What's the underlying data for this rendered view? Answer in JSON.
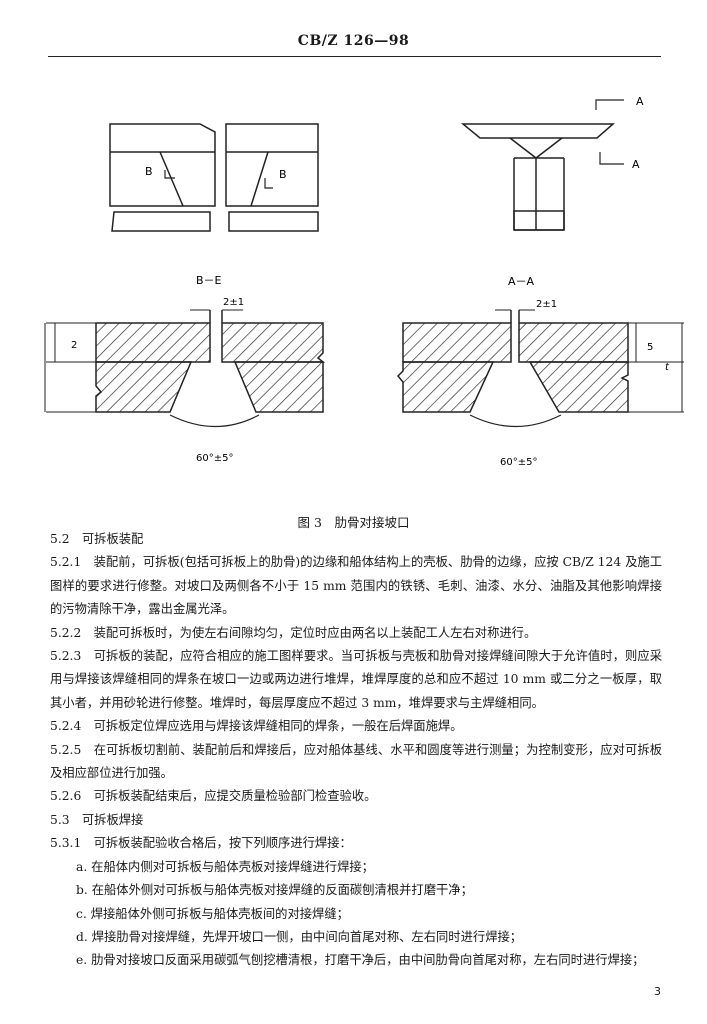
{
  "header": {
    "code": "CB/Z 126—98"
  },
  "figure": {
    "top_section_b": "B",
    "top_section_a": "A",
    "left_title": "B－E",
    "right_title": "A－A",
    "gap_label": "2±1",
    "left_thickness_label": "2",
    "right_thickness_label": "5",
    "right_total_label": "t",
    "left_angle_label": "60°±5°",
    "right_angle_label": "60°±5°",
    "caption": "图 3　肋骨对接坡口"
  },
  "content": {
    "s5_2_title": "5.2　可拆板装配",
    "p5_2_1": "5.2.1　装配前，可拆板(包括可拆板上的肋骨)的边缘和船体结构上的壳板、肋骨的边缘，应按 CB/Z 124 及施工图样的要求进行修整。对坡口及两侧各不小于 15 mm 范围内的铁锈、毛刺、油漆、水分、油脂及其他影响焊接的污物清除干净，露出金属光泽。",
    "p5_2_2": "5.2.2　装配可拆板时，为使左右间隙均匀，定位时应由两名以上装配工人左右对称进行。",
    "p5_2_3": "5.2.3　可拆板的装配，应符合相应的施工图样要求。当可拆板与壳板和肋骨对接焊缝间隙大于允许值时，则应采用与焊接该焊缝相同的焊条在坡口一边或两边进行堆焊，堆焊厚度的总和应不超过 10 mm 或二分之一板厚，取其小者，并用砂轮进行修整。堆焊时，每层厚度应不超过 3 mm，堆焊要求与主焊缝相同。",
    "p5_2_4": "5.2.4　可拆板定位焊应选用与焊接该焊缝相同的焊条，一般在后焊面施焊。",
    "p5_2_5": "5.2.5　在可拆板切割前、装配前后和焊接后，应对船体基线、水平和圆度等进行测量；为控制变形，应对可拆板及相应部位进行加强。",
    "p5_2_6": "5.2.6　可拆板装配结束后，应提交质量检验部门检查验收。",
    "s5_3_title": "5.3　可拆板焊接",
    "p5_3_1": "5.3.1　可拆板装配验收合格后，按下列顺序进行焊接：",
    "item_a": "a. 在船体内侧对可拆板与船体壳板对接焊缝进行焊接；",
    "item_b": "b. 在船体外侧对可拆板与船体壳板对接焊缝的反面碳刨清根并打磨干净；",
    "item_c": "c. 焊接船体外侧可拆板与船体壳板间的对接焊缝；",
    "item_d": "d. 焊接肋骨对接焊缝，先焊开坡口一侧，由中间向首尾对称、左右同时进行焊接；",
    "item_e": "e. 肋骨对接坡口反面采用碳弧气刨挖槽清根，打磨干净后，由中间肋骨向首尾对称，左右同时进行焊接；"
  },
  "footer": {
    "page_number": "3"
  }
}
